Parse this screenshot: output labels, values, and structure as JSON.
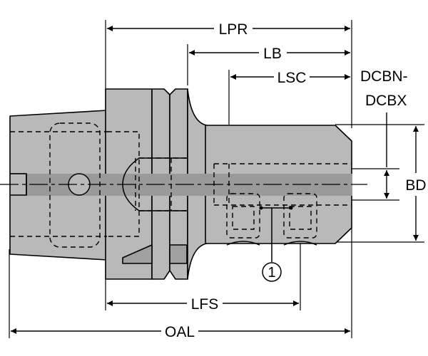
{
  "dimensions": {
    "lpr": "LPR",
    "lb": "LB",
    "lsc": "LSC",
    "dcbn": "DCBN-",
    "dcbx": "DCBX",
    "bd": "BD",
    "lfs": "LFS",
    "oal": "OAL"
  },
  "callout": {
    "number": "1"
  }
}
